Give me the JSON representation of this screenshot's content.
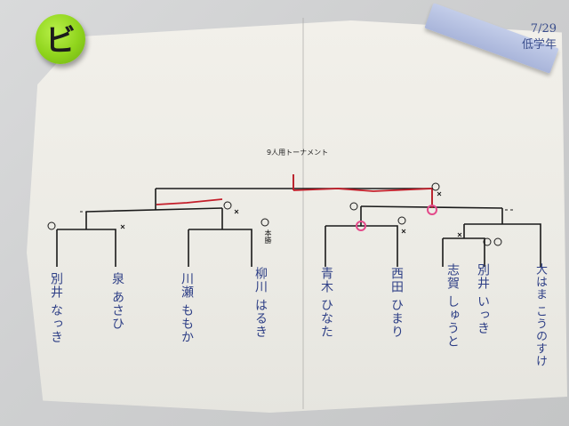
{
  "magnet": {
    "letter": "ビ",
    "color": "#8fd41c"
  },
  "corner_note": {
    "date": "7/29",
    "grade": "低学年"
  },
  "title": "9人用トーナメント",
  "annotation": "本勝",
  "players": [
    {
      "given": "なっき",
      "family": "別井"
    },
    {
      "given": "あさひ",
      "family": "泉"
    },
    {
      "given": "ももか",
      "family": "川瀬"
    },
    {
      "given": "はるき",
      "family": "柳川"
    },
    {
      "given": "ひなた",
      "family": "青木"
    },
    {
      "given": "ひまり",
      "family": "西田"
    },
    {
      "given": "しゅうと",
      "family": "志賀"
    },
    {
      "given": "いっき",
      "family": "別井"
    },
    {
      "given": "こうのすけ",
      "family": "大はま"
    }
  ],
  "colors": {
    "ink": "#1a1a1a",
    "pen_blue": "#2e3f86",
    "pen_red": "#c41e2a",
    "pen_pink": "#e34a8a"
  }
}
